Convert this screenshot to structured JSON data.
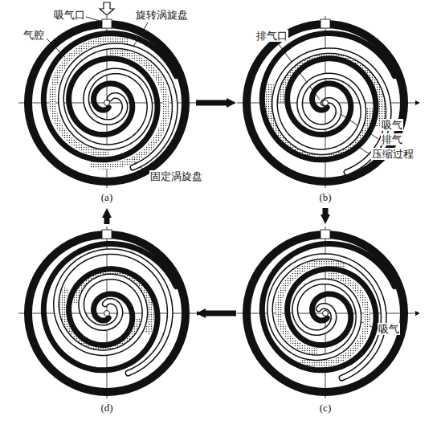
{
  "diagram": {
    "nodes": [
      {
        "text": [
          "(a)"
        ]
      },
      {
        "text": [
          "(b)"
        ]
      },
      {
        "text": [
          "(c)"
        ]
      },
      {
        "text": [
          "(d)"
        ]
      }
    ],
    "edges": [
      {
        "from": 0,
        "to": 1,
        "arrow": "to"
      },
      {
        "from": 1,
        "to": 2,
        "arrow": "to"
      },
      {
        "from": 2,
        "to": 3,
        "arrow": "to"
      },
      {
        "from": 3,
        "to": 0,
        "arrow": "to"
      }
    ],
    "labels": [
      "吸气口",
      "旋转涡旋盘",
      "气腔",
      "固定涡旋盘",
      "排气口",
      "吸气",
      "排气",
      "压缩过程",
      "吸气"
    ]
  }
}
